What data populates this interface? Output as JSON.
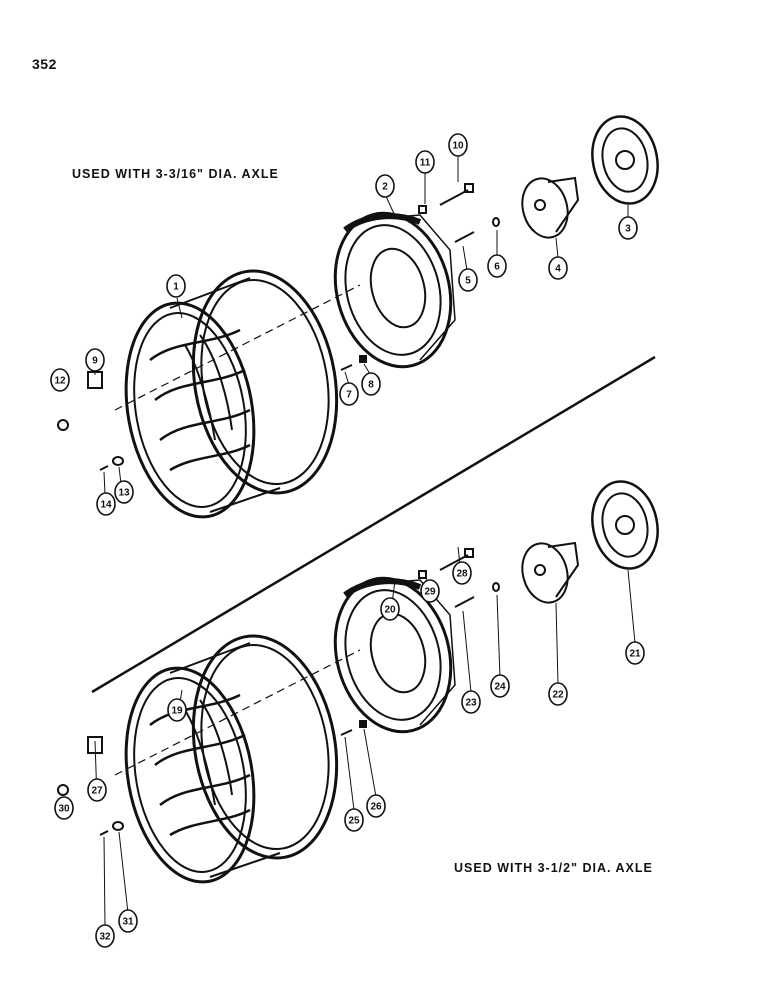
{
  "page_number": "352",
  "captions": {
    "upper": "USED WITH 3-3/16\" DIA. AXLE",
    "lower": "USED WITH 3-1/2\" DIA. AXLE"
  },
  "callouts_upper": [
    "1",
    "2",
    "3",
    "4",
    "5",
    "6",
    "7",
    "8",
    "9",
    "10",
    "11",
    "12",
    "13",
    "14"
  ],
  "callouts_lower": [
    "19",
    "20",
    "21",
    "22",
    "23",
    "24",
    "25",
    "26",
    "27",
    "28",
    "29",
    "30",
    "31",
    "32"
  ],
  "colors": {
    "ink": "#111111",
    "paper": "#ffffff"
  }
}
